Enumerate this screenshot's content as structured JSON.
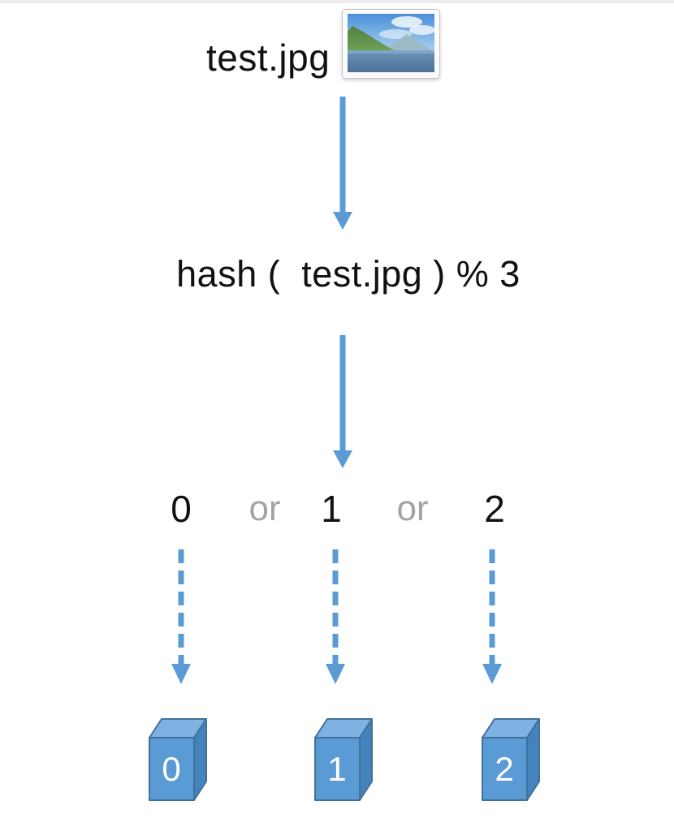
{
  "file": {
    "name": "test.jpg",
    "icon": "image-file-icon"
  },
  "flow": {
    "hash_expression": "hash (  test.jpg ) % 3",
    "or_label": "or",
    "outcomes": [
      "0",
      "1",
      "2"
    ]
  },
  "buckets": [
    {
      "label": "0"
    },
    {
      "label": "1"
    },
    {
      "label": "2"
    }
  ],
  "colors": {
    "accent": "#5b9bd5",
    "text": "#111111",
    "or_text": "#a3a3a3",
    "cube_front": "#5b9bd5",
    "cube_top": "#7fb1e2",
    "cube_side": "#4583bd",
    "cube_stroke": "#41719c",
    "top_edge": "#ececec"
  }
}
